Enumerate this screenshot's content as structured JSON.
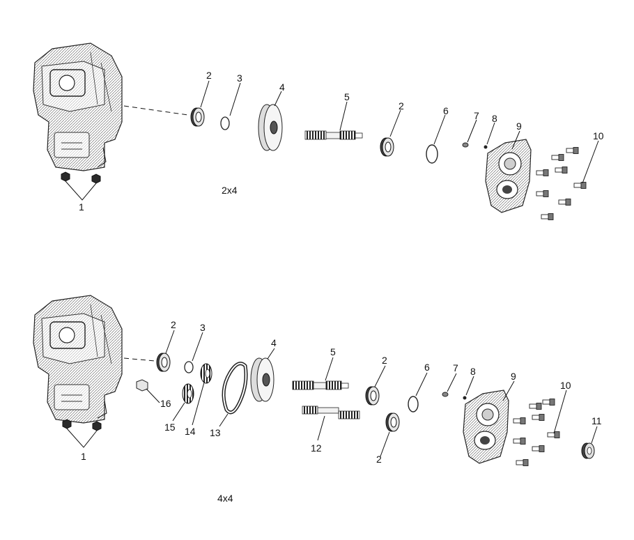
{
  "diagrams": [
    {
      "caption": "2x4",
      "callouts": [
        "1",
        "2",
        "3",
        "4",
        "5",
        "2",
        "6",
        "7",
        "8",
        "9",
        "10"
      ]
    },
    {
      "caption": "4x4",
      "callouts": [
        "1",
        "2",
        "3",
        "4",
        "5",
        "2",
        "6",
        "7",
        "8",
        "9",
        "10",
        "11",
        "12",
        "2",
        "13",
        "14",
        "15",
        "16"
      ]
    }
  ]
}
